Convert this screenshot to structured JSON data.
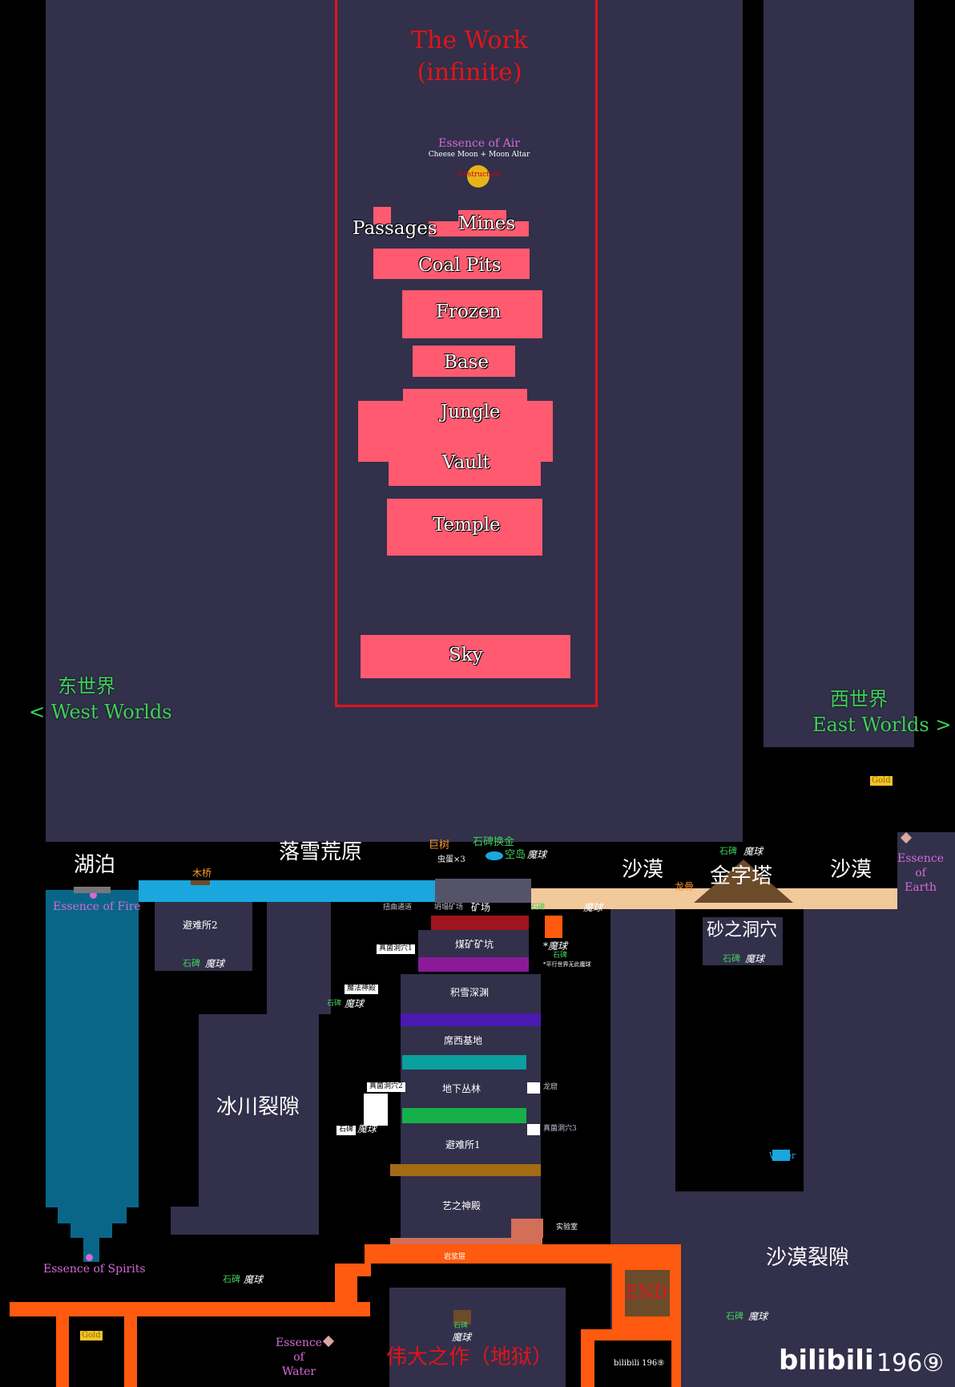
{
  "colors": {
    "rock": "#32304a",
    "void": "#000000",
    "lava": "#ff5a0f",
    "work_zone": "#ff5a70",
    "water": "#0a6688",
    "ice_surface": "#1aa7dd",
    "sand": "#f2c99a",
    "frame_red": "#e0141a",
    "title_red": "#e0141a",
    "label_green": "#3fd15a",
    "essence_magenta": "#d36ad8"
  },
  "work": {
    "title": "The Work",
    "subtitle": "(infinite)",
    "essence_air": "Essence of Air",
    "essence_air_hint": "Cheese Moon + Moon Altar",
    "destruction": "Destruction",
    "zones": [
      "Passages",
      "Mines",
      "Coal Pits",
      "Frozen",
      "Base",
      "Jungle",
      "Vault",
      "Temple",
      "Sky"
    ]
  },
  "worlds": {
    "west_cn": "东世界",
    "west_en": "< West Worlds",
    "east_cn": "西世界",
    "east_en": "East Worlds >"
  },
  "surface": {
    "lake": "湖泊",
    "essence_fire": "Essence of Fire",
    "bridge": "木桥",
    "snowy": "落雪荒原",
    "tree": "巨树",
    "bugs": "虫蛋×3",
    "stele_swap": "石碑换金",
    "sky_island": "空岛",
    "desert_left": "沙漠",
    "pyramid": "金字塔",
    "desert_right": "沙漠",
    "dragon_bone": "龙骨",
    "essence_earth": "Essence\nof\nEarth",
    "gold": "Gold"
  },
  "labels": {
    "stele": "石碑",
    "orb": "魔球",
    "shelter2": "避难所2",
    "twisted_path": "扭曲通道",
    "collapsed_mine": "坍塌矿场",
    "mine": "矿场",
    "coal_pit": "煤矿矿坑",
    "mushroom1": "真菌洞穴1",
    "magic_temple": "魔法神殿",
    "snow_abyss": "积雪深渊",
    "base": "席西基地",
    "mushroom2": "真菌洞穴2",
    "underground_jungle": "地下丛林",
    "dragon_den": "龙窟",
    "mushroom3": "真菌洞穴3",
    "shelter1": "避难所1",
    "art_temple": "艺之神殿",
    "lab": "实验室",
    "rock_layer": "岩浆层",
    "glacier_rift": "冰川裂隙",
    "essence_spirits": "Essence of Spirits",
    "essence_water": "Essence\nof\nWater",
    "great_work_hell": "伟大之作（地狱）",
    "end": "END",
    "sand_cave": "砂之洞穴",
    "water": "Water",
    "desert_rift": "沙漠裂隙",
    "orb_star": "*魔球",
    "parallel_note": "*平行世界无此魔球",
    "watermark_small": "bilibili 196⑨",
    "watermark_logo": "bilibili",
    "watermark_num": "196⑨"
  }
}
